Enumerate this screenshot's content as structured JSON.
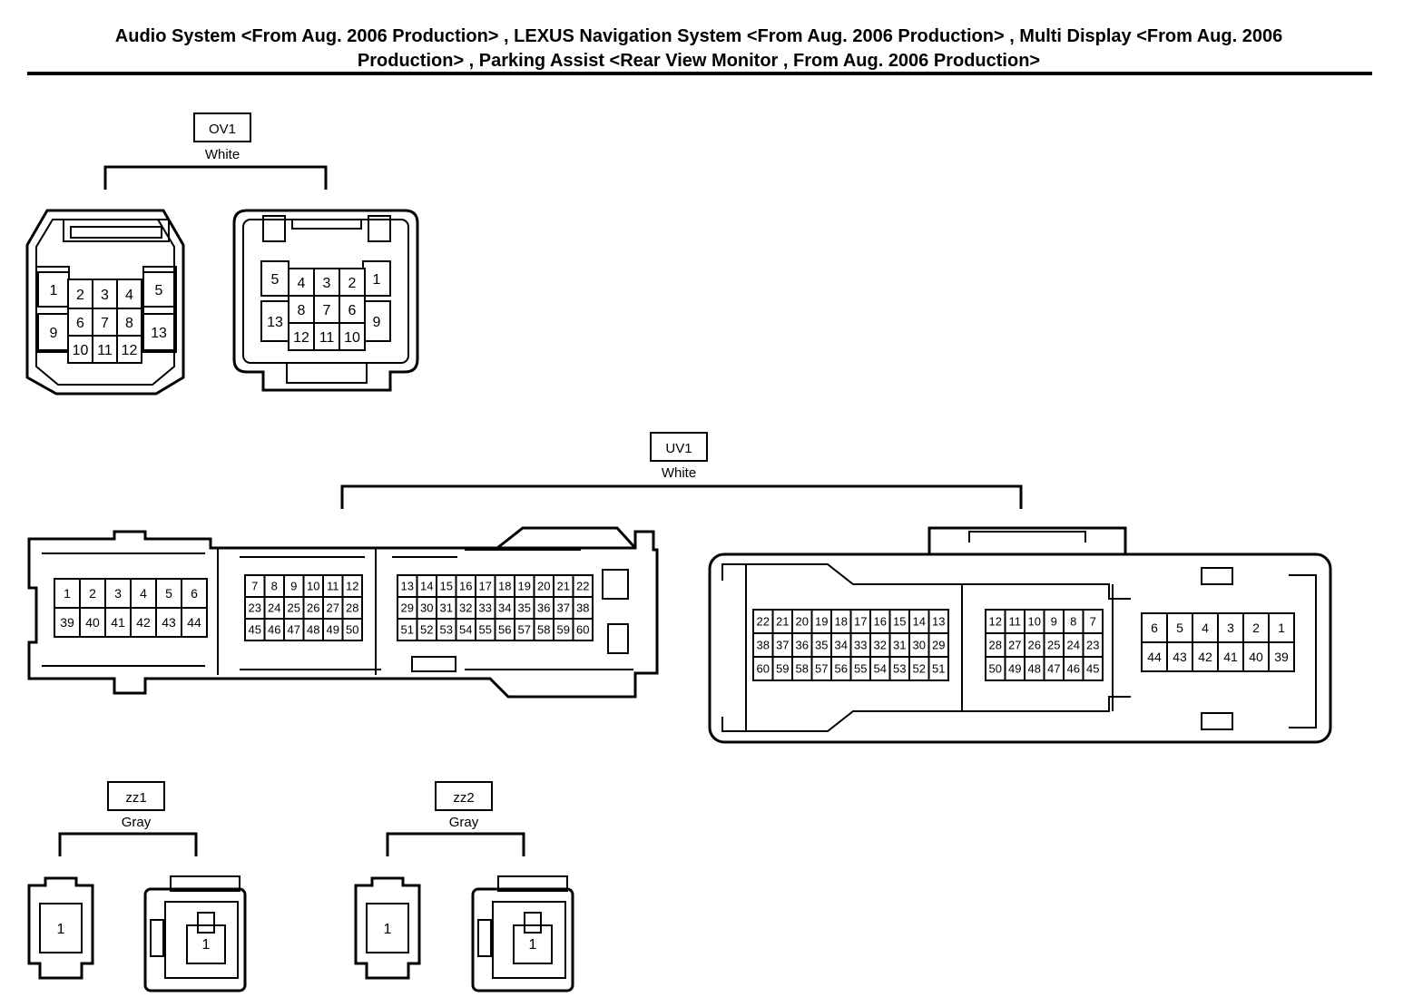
{
  "header": {
    "title_line1": "Audio System <From Aug. 2006 Production> , LEXUS Navigation System <From Aug. 2006 Production> , Multi Display <From Aug. 2006",
    "title_line2": "Production> , Parking Assist <Rear View Monitor , From Aug. 2006 Production>"
  },
  "connectors": [
    {
      "code": "OV1",
      "color": "White",
      "views": [
        {
          "rows": [
            [
              "1",
              "2",
              "3",
              "4",
              "5"
            ],
            [
              "9",
              "6",
              "7",
              "8",
              "13"
            ],
            [
              "10",
              "11",
              "12"
            ]
          ]
        },
        {
          "rows": [
            [
              "5",
              "4",
              "3",
              "2",
              "1"
            ],
            [
              "13",
              "8",
              "7",
              "6",
              "9"
            ],
            [
              "12",
              "11",
              "10"
            ]
          ]
        }
      ]
    },
    {
      "code": "UV1",
      "color": "White",
      "views": [
        {
          "blocks": [
            {
              "rows": [
                [
                  "1",
                  "2",
                  "3",
                  "4",
                  "5",
                  "6"
                ],
                [
                  "39",
                  "40",
                  "41",
                  "42",
                  "43",
                  "44"
                ]
              ]
            },
            {
              "rows": [
                [
                  "7",
                  "8",
                  "9",
                  "10",
                  "11",
                  "12"
                ],
                [
                  "23",
                  "24",
                  "25",
                  "26",
                  "27",
                  "28"
                ],
                [
                  "45",
                  "46",
                  "47",
                  "48",
                  "49",
                  "50"
                ]
              ]
            },
            {
              "rows": [
                [
                  "13",
                  "14",
                  "15",
                  "16",
                  "17",
                  "18",
                  "19",
                  "20",
                  "21",
                  "22"
                ],
                [
                  "29",
                  "30",
                  "31",
                  "32",
                  "33",
                  "34",
                  "35",
                  "36",
                  "37",
                  "38"
                ],
                [
                  "51",
                  "52",
                  "53",
                  "54",
                  "55",
                  "56",
                  "57",
                  "58",
                  "59",
                  "60"
                ]
              ]
            }
          ]
        },
        {
          "blocks": [
            {
              "rows": [
                [
                  "22",
                  "21",
                  "20",
                  "19",
                  "18",
                  "17",
                  "16",
                  "15",
                  "14",
                  "13"
                ],
                [
                  "38",
                  "37",
                  "36",
                  "35",
                  "34",
                  "33",
                  "32",
                  "31",
                  "30",
                  "29"
                ],
                [
                  "60",
                  "59",
                  "58",
                  "57",
                  "56",
                  "55",
                  "54",
                  "53",
                  "52",
                  "51"
                ]
              ]
            },
            {
              "rows": [
                [
                  "12",
                  "11",
                  "10",
                  "9",
                  "8",
                  "7"
                ],
                [
                  "28",
                  "27",
                  "26",
                  "25",
                  "24",
                  "23"
                ],
                [
                  "50",
                  "49",
                  "48",
                  "47",
                  "46",
                  "45"
                ]
              ]
            },
            {
              "rows": [
                [
                  "6",
                  "5",
                  "4",
                  "3",
                  "2",
                  "1"
                ],
                [
                  "44",
                  "43",
                  "42",
                  "41",
                  "40",
                  "39"
                ]
              ]
            }
          ]
        }
      ]
    },
    {
      "code": "zz1",
      "color": "Gray",
      "views": [
        {
          "pins": [
            "1"
          ]
        },
        {
          "pins": [
            "1"
          ]
        }
      ]
    },
    {
      "code": "zz2",
      "color": "Gray",
      "views": [
        {
          "pins": [
            "1"
          ]
        },
        {
          "pins": [
            "1"
          ]
        }
      ]
    }
  ]
}
